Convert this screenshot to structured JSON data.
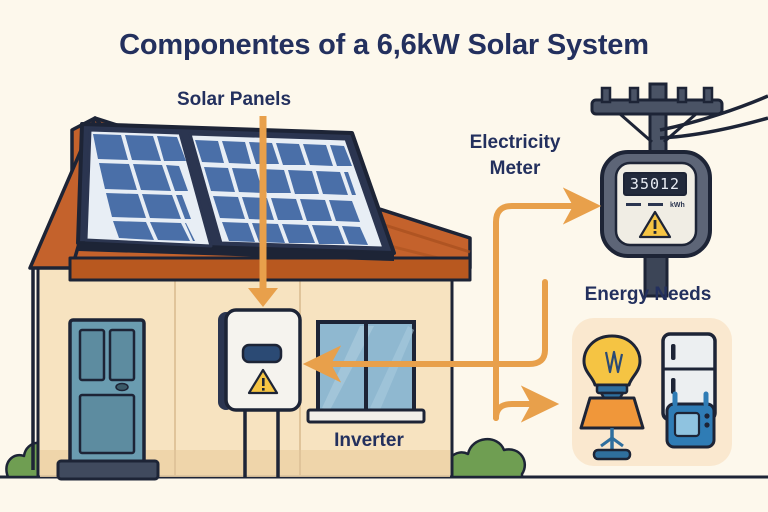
{
  "page": {
    "title": "Componentes of a 6,6kW Solar System",
    "background_color": "#fdf8ec",
    "title_color": "#23305e"
  },
  "labels": {
    "solar_panels": "Solar Panels",
    "electricity_meter_line1": "Electricity",
    "electricity_meter_line2": "Meter",
    "energy_needs": "Energy Needs",
    "inverter": "Inverter"
  },
  "meter": {
    "reading": "35012",
    "unit": "kWh",
    "warning_icon": "warning-triangle-icon"
  },
  "inverter": {
    "warning_icon": "warning-triangle-icon",
    "display": ""
  },
  "appliances": [
    {
      "name": "light-bulb-icon",
      "color": "#f5c443"
    },
    {
      "name": "refrigerator-icon",
      "color": "#eceff1"
    },
    {
      "name": "table-lamp-icon",
      "color": "#f0973a"
    },
    {
      "name": "tv-appliance-icon",
      "color": "#2f7cb5"
    }
  ],
  "colors": {
    "accent_arrow": "#e8a04b",
    "roof": "#c4622c",
    "roof_shade": "#a8501f",
    "wall": "#f7e3c0",
    "panel_glass": "#4a6fa8",
    "panel_frame": "#2b3550",
    "door": "#6a9cb0",
    "window_glass": "#8fb8d0",
    "bush": "#6f9e52",
    "outline": "#1d2436",
    "meter_body": "#5d6577"
  },
  "flows": [
    {
      "name": "panels-to-inverter",
      "from": "solar-panels",
      "to": "inverter"
    },
    {
      "name": "inverter-to-meter",
      "from": "inverter",
      "to": "electricity-meter"
    },
    {
      "name": "meter-to-house",
      "from": "electricity-meter",
      "to": "inverter"
    },
    {
      "name": "to-energy-needs",
      "from": "house",
      "to": "energy-needs"
    }
  ]
}
